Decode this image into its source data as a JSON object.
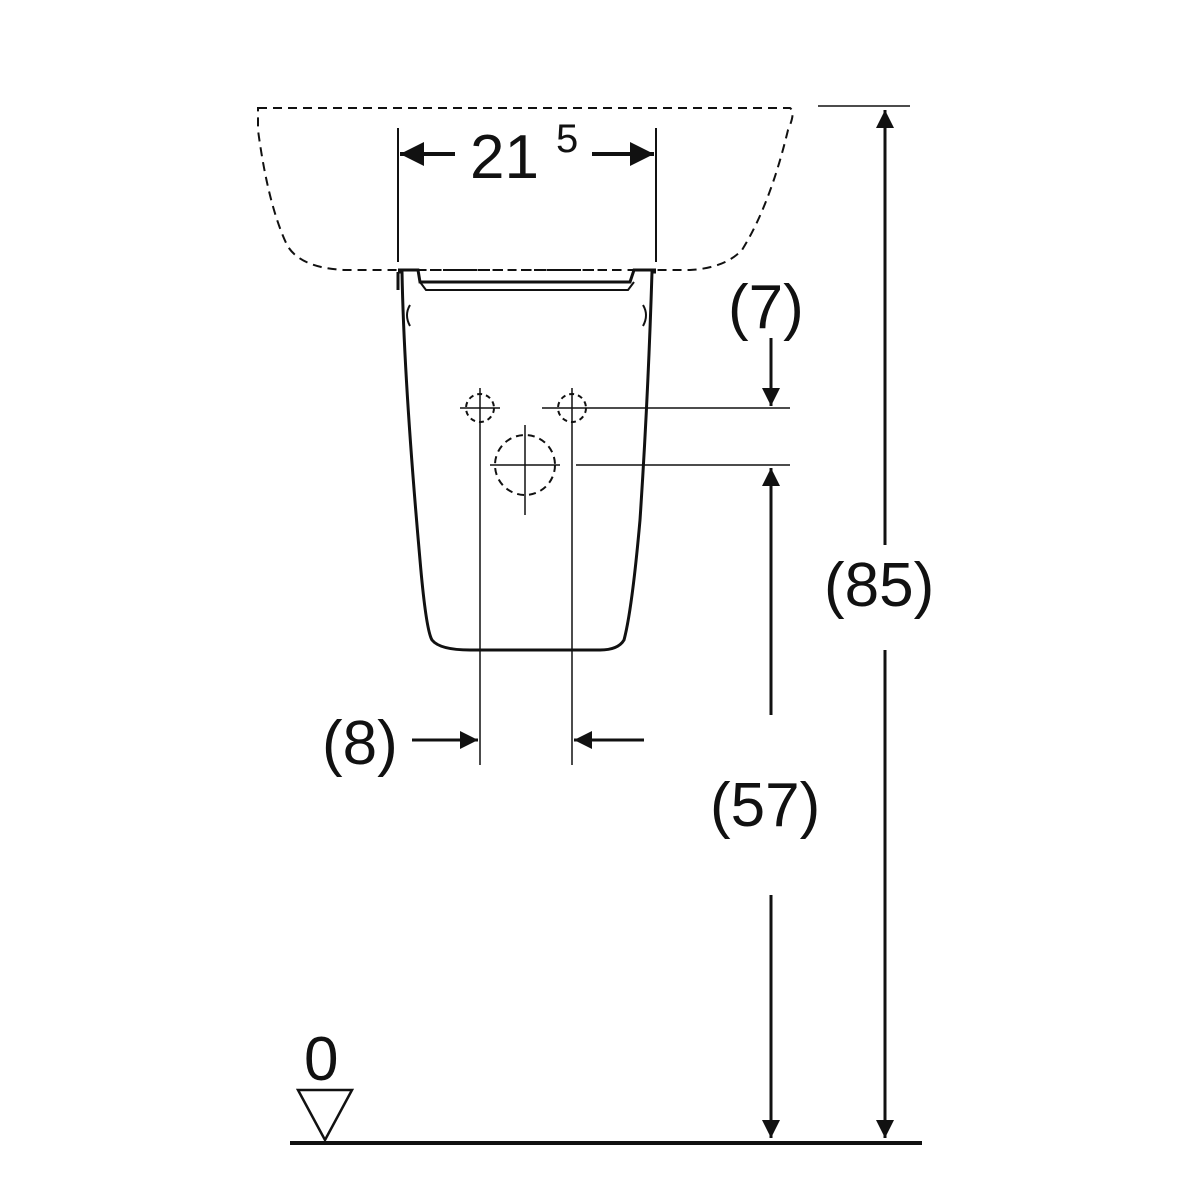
{
  "dimensions": {
    "width_main": "21",
    "width_sup": "5",
    "top_offset": "(7)",
    "total_height": "(85)",
    "waste_height": "(57)",
    "spacing": "(8)",
    "floor_level": "0"
  },
  "colors": {
    "line": "#111111",
    "background": "#ffffff"
  }
}
